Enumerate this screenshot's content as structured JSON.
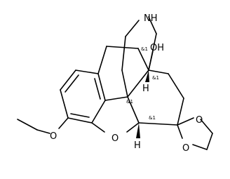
{
  "molecule": {
    "atoms": {
      "nh": "NH",
      "oh": "OH",
      "h_top": "H",
      "h_bottom": "H",
      "o_furan": "O",
      "o_methoxy": "O",
      "o_dioxolane_top": "O",
      "o_dioxolane_bottom": "O"
    },
    "stereo_labels": {
      "c14": "&1",
      "c13": "&1",
      "c9": "&1",
      "c5": "&1"
    }
  }
}
